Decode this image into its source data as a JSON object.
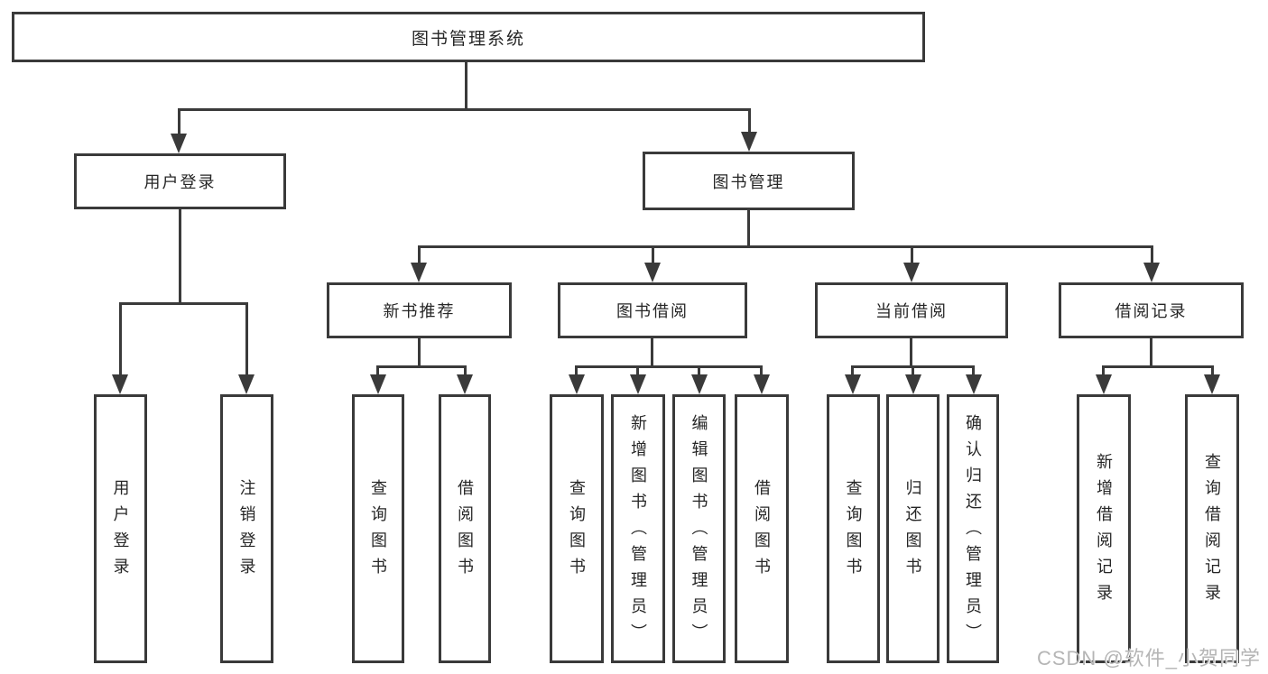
{
  "diagram": {
    "root": "图书管理系统",
    "branches": {
      "user_login": {
        "label": "用户登录",
        "children": {
          "login": "用户登录",
          "logout": "注销登录"
        }
      },
      "book_mgmt": {
        "label": "图书管理",
        "children": {
          "new_book_rec": {
            "label": "新书推荐",
            "children": {
              "query_book": "查询图书",
              "borrow_book": "借阅图书"
            }
          },
          "book_borrow": {
            "label": "图书借阅",
            "children": {
              "query_book": "查询图书",
              "add_book": "新增图书（管理员）",
              "edit_book": "编辑图书（管理员）",
              "borrow_book": "借阅图书"
            }
          },
          "current_borrow": {
            "label": "当前借阅",
            "children": {
              "query_book": "查询图书",
              "return_book": "归还图书",
              "confirm_return": "确认归还（管理员）"
            }
          },
          "borrow_records": {
            "label": "借阅记录",
            "children": {
              "add_record": "新增借阅记录",
              "query_record": "查询借阅记录"
            }
          }
        }
      }
    }
  },
  "watermark": "CSDN @软件_小贺同学",
  "colors": {
    "line": "#3a3a3a",
    "text": "#262626",
    "watermark": "#b5b5b5",
    "background": "#ffffff"
  }
}
